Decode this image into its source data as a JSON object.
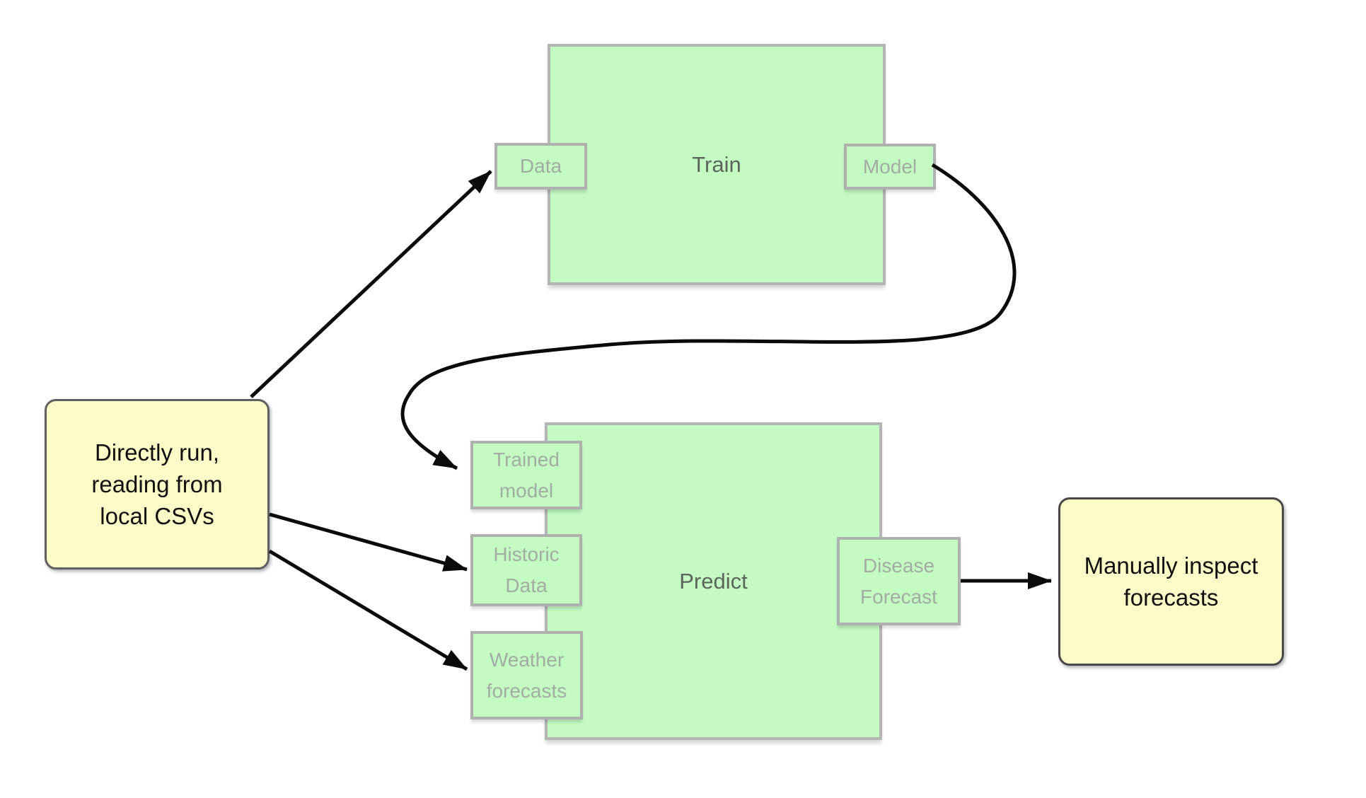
{
  "nodes": {
    "source_note": {
      "lines": [
        "Directly run,",
        "reading from",
        "local CSVs"
      ]
    },
    "train": {
      "label": "Train"
    },
    "train_ports": {
      "data": "Data",
      "model": "Model"
    },
    "predict": {
      "label": "Predict"
    },
    "predict_ports": {
      "trained_model": {
        "lines": [
          "Trained",
          "model"
        ]
      },
      "historic_data": {
        "lines": [
          "Historic",
          "Data"
        ]
      },
      "weather_forecasts": {
        "lines": [
          "Weather",
          "forecasts"
        ]
      },
      "disease_forecast": {
        "lines": [
          "Disease",
          "Forecast"
        ]
      }
    },
    "inspect_note": {
      "lines": [
        "Manually inspect",
        "forecasts"
      ]
    }
  },
  "edges": [
    {
      "from": "source_note",
      "to": "train.data"
    },
    {
      "from": "source_note",
      "to": "predict.historic_data"
    },
    {
      "from": "source_note",
      "to": "predict.weather_forecasts"
    },
    {
      "from": "train.model",
      "to": "predict.trained_model"
    },
    {
      "from": "predict.disease_forecast",
      "to": "inspect_note"
    }
  ],
  "colors": {
    "background": "#ffffff",
    "process_fill": "#c3fbc3",
    "process_border": "#b4b4b4",
    "process_label": "#5d635d",
    "port_fill": "#c3fbc3",
    "port_border": "#b0b0b0",
    "port_label": "#a4aaa4",
    "note_fill": "#fbfbc8",
    "note_border_left": "#606060",
    "note_border_right": "#474747",
    "note_text": "#101010",
    "arrow": "#0a0a0a"
  }
}
